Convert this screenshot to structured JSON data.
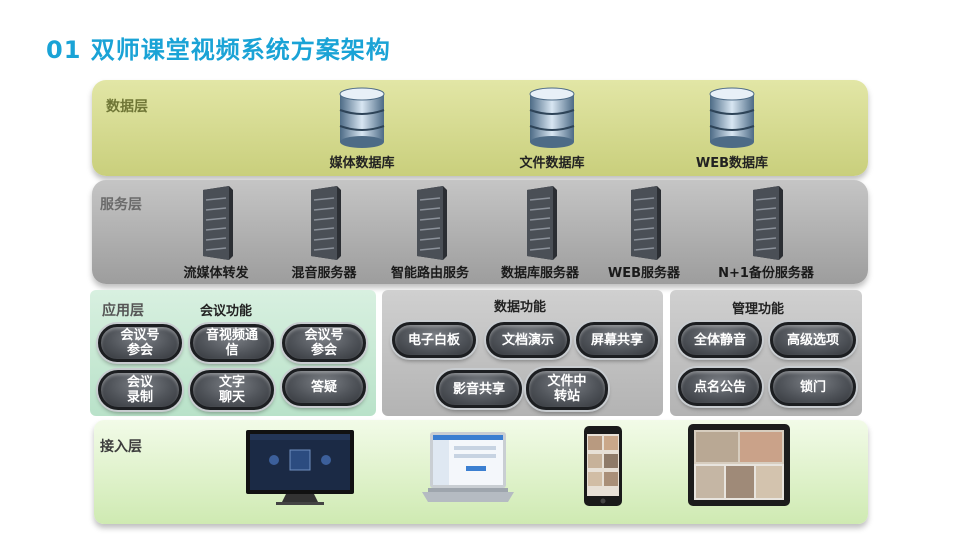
{
  "title": "01 双师课堂视频系统方案架构",
  "data_layer": {
    "label": "数据层",
    "databases": [
      {
        "label": "媒体数据库",
        "icon": "database-icon"
      },
      {
        "label": "文件数据库",
        "icon": "database-icon"
      },
      {
        "label": "WEB数据库",
        "icon": "database-icon"
      }
    ]
  },
  "service_layer": {
    "label": "服务层",
    "servers": [
      {
        "label": "流媒体转发",
        "icon": "server-icon"
      },
      {
        "label": "混音服务器",
        "icon": "server-icon"
      },
      {
        "label": "智能路由服务",
        "icon": "server-icon"
      },
      {
        "label": "数据库服务器",
        "icon": "server-icon"
      },
      {
        "label": "WEB服务器",
        "icon": "server-icon"
      },
      {
        "label": "N+1备份服务器",
        "icon": "server-icon"
      }
    ]
  },
  "app_layer": {
    "label": "应用层",
    "meeting": {
      "heading": "会议功能",
      "items": [
        "会议号\n参会",
        "音视频通\n信",
        "会议号\n参会",
        "会议\n录制",
        "文字\n聊天",
        "答疑"
      ]
    },
    "data": {
      "heading": "数据功能",
      "items": [
        "电子白板",
        "文档演示",
        "屏幕共享",
        "影音共享",
        "文件中\n转站"
      ]
    },
    "manage": {
      "heading": "管理功能",
      "items": [
        "全体静音",
        "高级选项",
        "点名公告",
        "锁门"
      ]
    }
  },
  "access_layer": {
    "label": "接入层",
    "devices": [
      "tv-icon",
      "laptop-icon",
      "phone-icon",
      "tablet-icon"
    ]
  },
  "colors": {
    "title": "#1aa3d6",
    "data_layer": "#d4d98f",
    "service_layer": "#b0b0b0",
    "app_green": "#c6e8d2",
    "access_layer": "#e2f4cf"
  }
}
